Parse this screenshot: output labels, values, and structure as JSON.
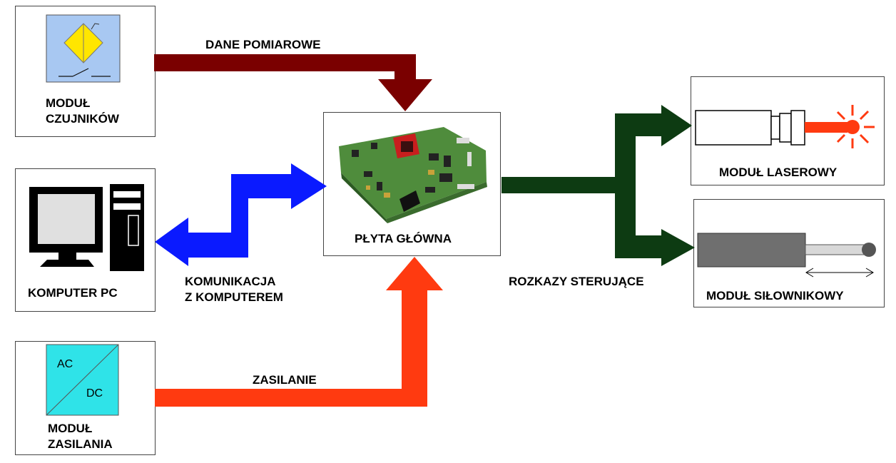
{
  "modules": {
    "sensors": "MODUŁ\nCZUJNIKÓW",
    "pc": "KOMPUTER PC",
    "power": "MODUŁ\nZASILANIA",
    "mainboard": "PŁYTA GŁÓWNA",
    "laser": "MODUŁ LASEROWY",
    "actuator": "MODUŁ SIŁOWNIKOWY"
  },
  "power_icon": {
    "ac": "AC",
    "dc": "DC"
  },
  "flows": {
    "measurement": "DANE POMIAROWE",
    "communication": "KOMUNIKACJA\nZ KOMPUTEREM",
    "power": "ZASILANIE",
    "control": "ROZKAZY STERUJĄCE"
  },
  "colors": {
    "measurement_arrow": "#7a0000",
    "communication_arrow": "#0a1aff",
    "power_arrow": "#ff3a10",
    "control_arrow": "#0d3b12"
  }
}
